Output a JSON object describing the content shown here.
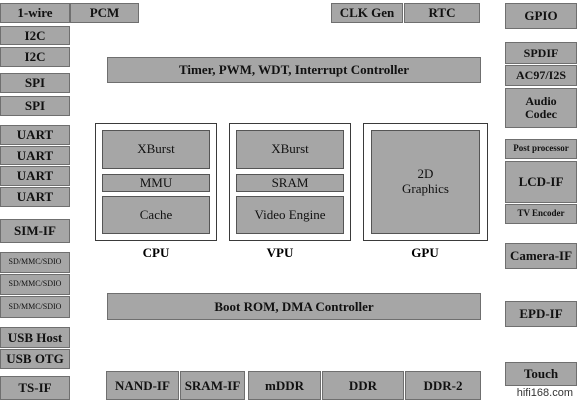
{
  "diagram": {
    "left_column": [
      "1-wire",
      "I2C",
      "I2C",
      "SPI",
      "SPI",
      "UART",
      "UART",
      "UART",
      "UART",
      "SIM-IF",
      "SD/MMC/SDIO",
      "SD/MMC/SDIO",
      "SD/MMC/SDIO",
      "USB Host",
      "USB OTG",
      "TS-IF"
    ],
    "top_row": [
      "PCM",
      "CLK Gen",
      "RTC"
    ],
    "right_column": [
      "GPIO",
      "SPDIF",
      "AC97/I2S",
      "Audio\nCodec",
      "Post processor",
      "LCD-IF",
      "TV Encoder",
      "Camera-IF",
      "EPD-IF",
      "Touch"
    ],
    "bottom_row": [
      "NAND-IF",
      "SRAM-IF",
      "mDDR",
      "DDR",
      "DDR-2"
    ],
    "bars": {
      "timer": "Timer, PWM, WDT, Interrupt Controller",
      "boot": "Boot ROM, DMA Controller"
    },
    "cores": {
      "cpu": {
        "label": "CPU",
        "blocks": [
          "XBurst",
          "MMU",
          "Cache"
        ]
      },
      "vpu": {
        "label": "VPU",
        "blocks": [
          "XBurst",
          "SRAM",
          "Video Engine"
        ]
      },
      "gpu": {
        "label": "GPU",
        "blocks": [
          "2D\nGraphics"
        ]
      }
    },
    "watermark": "hifi168.com"
  }
}
